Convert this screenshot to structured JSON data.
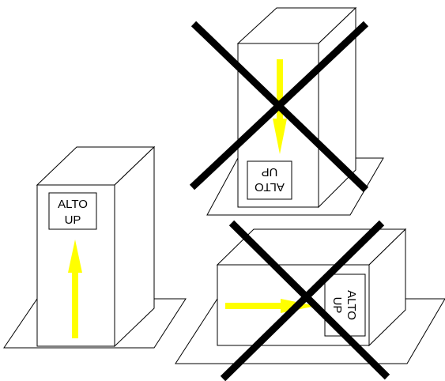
{
  "colors": {
    "background": "#ffffff",
    "outline": "#000000",
    "arrow": "#ffff00",
    "cross": "#000000"
  },
  "panels": [
    {
      "id": "correct-upright",
      "orientation": "upright",
      "label_line1": "ALTO",
      "label_line2": "UP",
      "arrow_direction": "up",
      "crossed_out": false
    },
    {
      "id": "wrong-upside-down",
      "orientation": "upside-down",
      "label_line1": "ALTO",
      "label_line2": "UP",
      "arrow_direction": "down",
      "crossed_out": true
    },
    {
      "id": "wrong-on-side",
      "orientation": "on-side",
      "label_line1": "ALTO",
      "label_line2": "UP",
      "arrow_direction": "right",
      "crossed_out": true
    }
  ]
}
